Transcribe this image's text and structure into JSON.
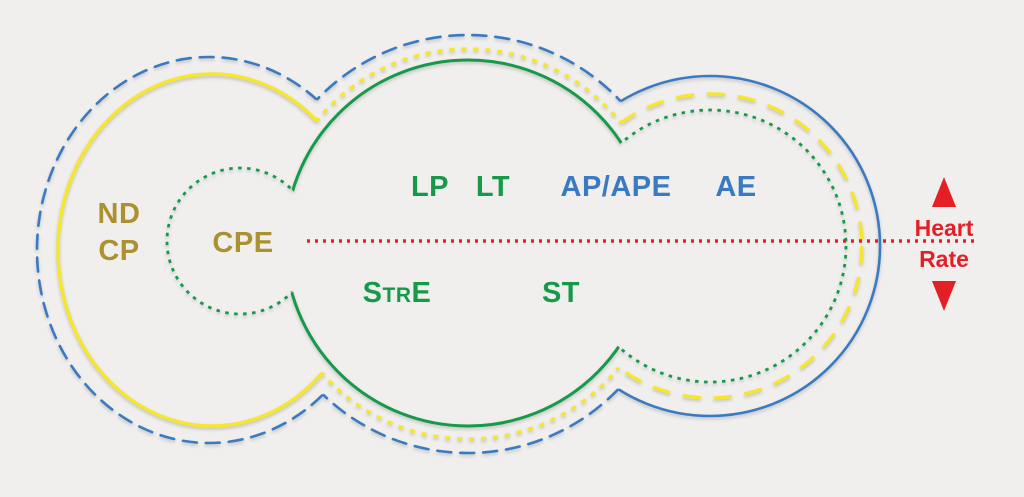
{
  "colors": {
    "background": "#f0efed",
    "blue": "#3a7ac2",
    "yellow": "#f6e62c",
    "green": "#159a49",
    "red": "#e42026",
    "olive": "#ab9130"
  },
  "diagram": {
    "left_zone": {
      "line1": "ND",
      "line2": "CP"
    },
    "cpe_zone": {
      "label": "CPE"
    },
    "top_labels": [
      {
        "id": "lp",
        "text": "LP"
      },
      {
        "id": "lt",
        "text": "LT"
      },
      {
        "id": "ap_ape",
        "text": "AP/APE"
      },
      {
        "id": "ae",
        "text": "AE"
      }
    ],
    "bottom_labels": {
      "stre": {
        "s": "S",
        "tr": "TR",
        "e": "E"
      },
      "st": "ST"
    },
    "heart_rate": {
      "line1": "Heart",
      "line2": "Rate"
    }
  }
}
